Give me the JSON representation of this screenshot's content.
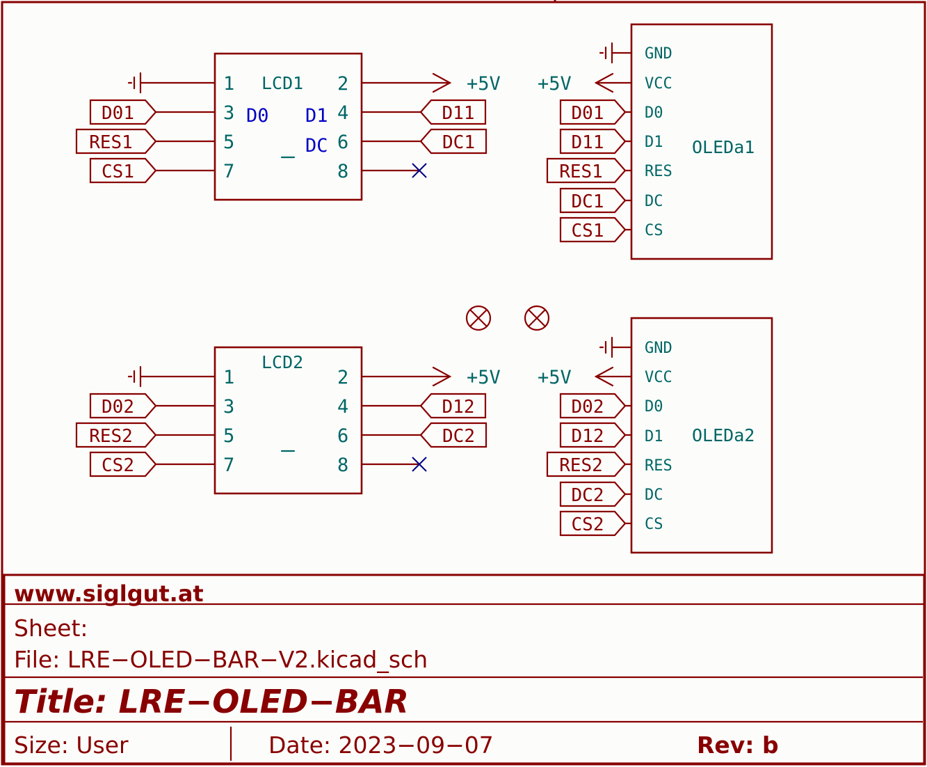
{
  "theme": {
    "wire_color": "#880000",
    "pin_text_color": "#006666",
    "pin_name_blue": "#0000c4",
    "no_connect_color": "#000084",
    "background": "#fcfdfa"
  },
  "lcd1": {
    "ref": "LCD1",
    "left_pins": [
      "1",
      "3",
      "5",
      "7"
    ],
    "right_pins": [
      "2",
      "4",
      "6",
      "8"
    ],
    "inner_labels": {
      "d0": "D0",
      "d1": "D1",
      "dc": "DC",
      "underscore": "_"
    },
    "left_connections": {
      "pin1": "gnd",
      "pin3": "D01",
      "pin5": "RES1",
      "pin7": "CS1"
    },
    "power_out": "+5V",
    "right_labels": [
      "D11",
      "DC1"
    ],
    "pin8": "no-connect"
  },
  "lcd2": {
    "ref": "LCD2",
    "left_pins": [
      "1",
      "3",
      "5",
      "7"
    ],
    "right_pins": [
      "2",
      "4",
      "6",
      "8"
    ],
    "inner_labels": {
      "underscore": "_"
    },
    "left_connections": {
      "pin1": "gnd",
      "pin3": "D02",
      "pin5": "RES2",
      "pin7": "CS2"
    },
    "power_out": "+5V",
    "right_labels": [
      "D12",
      "DC2"
    ],
    "pin8": "no-connect"
  },
  "oled1": {
    "ref": "OLEDa1",
    "pins": [
      "GND",
      "VCC",
      "D0",
      "D1",
      "RES",
      "DC",
      "CS"
    ],
    "power_in": "+5V",
    "labels": [
      "D01",
      "D11",
      "RES1",
      "DC1",
      "CS1"
    ]
  },
  "oled2": {
    "ref": "OLEDa2",
    "pins": [
      "GND",
      "VCC",
      "D0",
      "D1",
      "RES",
      "DC",
      "CS"
    ],
    "power_in": "+5V",
    "labels": [
      "D02",
      "D12",
      "RES2",
      "DC2",
      "CS2"
    ]
  },
  "mounting_holes": [
    "mounting-hole-1",
    "mounting-hole-2"
  ],
  "title_block": {
    "company": "www.siglgut.at",
    "sheet": "Sheet:",
    "file": "File: LRE−OLED−BAR−V2.kicad_sch",
    "title": "Title:  LRE−OLED−BAR",
    "size": "Size: User",
    "date": "Date: 2023−09−07",
    "rev": "Rev: b"
  }
}
